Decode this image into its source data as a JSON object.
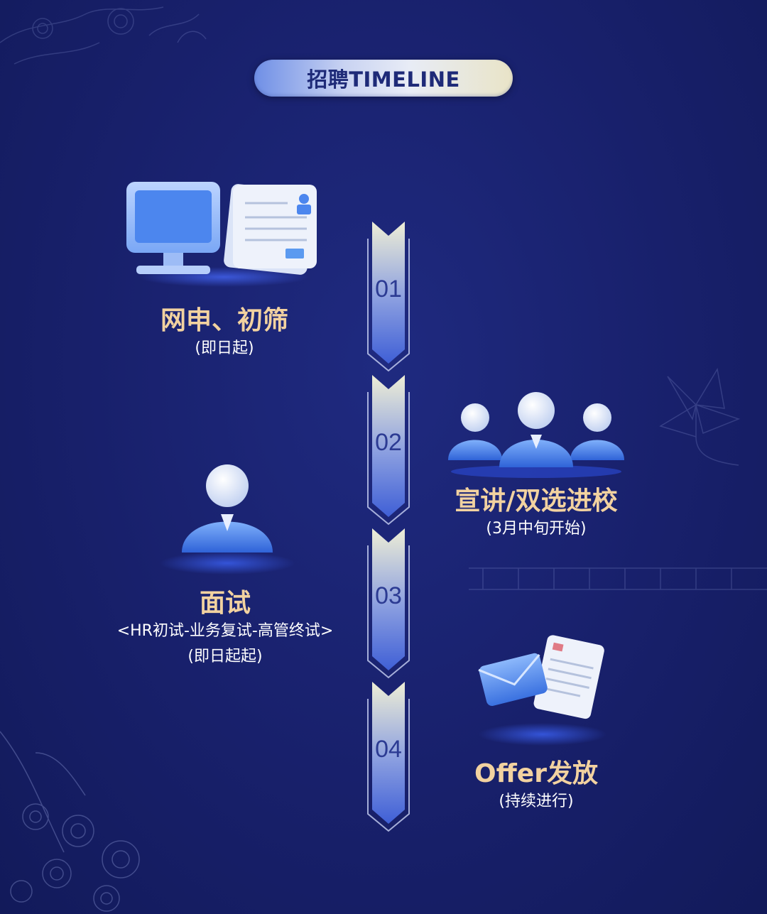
{
  "title": "招聘TIMELINE",
  "stages": [
    {
      "number": "01",
      "title": "网申、初筛",
      "subtitle": "(即日起)",
      "icon": "computer-resume-icon"
    },
    {
      "number": "02",
      "title": "宣讲/双选进校",
      "subtitle": "(3月中旬开始)",
      "icon": "group-icon"
    },
    {
      "number": "03",
      "title": "面试",
      "subtitle": "<HR初试-业务复试-高管终试>",
      "subtitle2": "(即日起起)",
      "icon": "person-icon"
    },
    {
      "number": "04",
      "title": "Offer发放",
      "subtitle": "(持续进行)",
      "icon": "envelope-document-icon"
    }
  ],
  "colors": {
    "background": "#18206b",
    "title_text": "#1e2a78",
    "stage_title": "#f2d2a0",
    "stage_number": "#2c3b93",
    "icon_blue": "#3f7fe8"
  }
}
